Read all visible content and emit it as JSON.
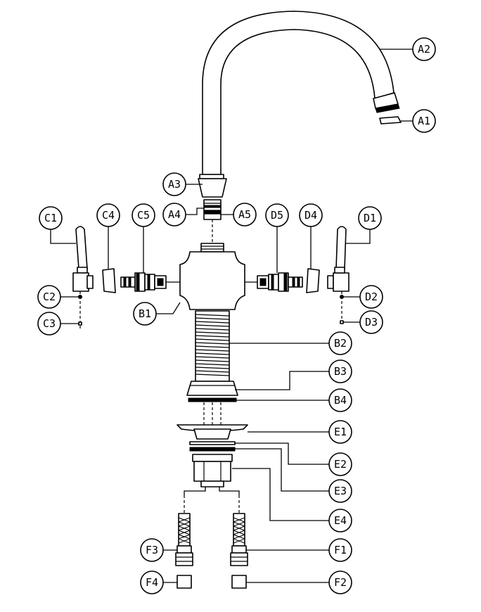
{
  "callouts": {
    "A1": "A1",
    "A2": "A2",
    "A3": "A3",
    "A4": "A4",
    "A5": "A5",
    "B1": "B1",
    "B2": "B2",
    "B3": "B3",
    "B4": "B4",
    "C1": "C1",
    "C2": "C2",
    "C3": "C3",
    "C4": "C4",
    "C5": "C5",
    "D1": "D1",
    "D2": "D2",
    "D3": "D3",
    "D4": "D4",
    "D5": "D5",
    "E1": "E1",
    "E2": "E2",
    "E3": "E3",
    "E4": "E4",
    "F1": "F1",
    "F2": "F2",
    "F3": "F3",
    "F4": "F4"
  },
  "colors": {
    "line": "#000000",
    "background": "#ffffff"
  }
}
